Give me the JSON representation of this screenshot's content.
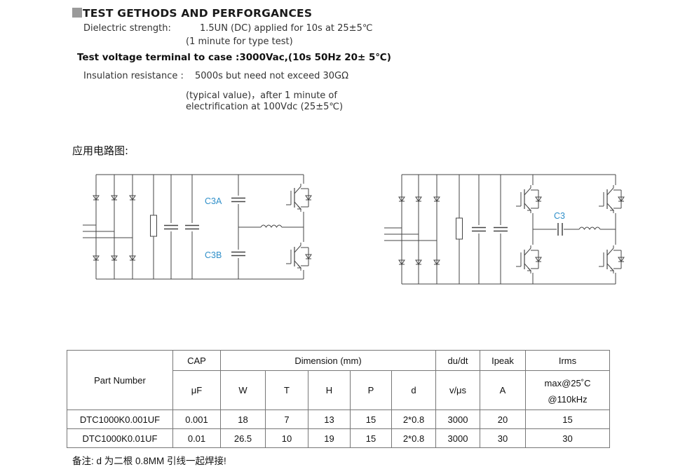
{
  "heading": {
    "title": "TEST GETHODS AND PERFORGANCES"
  },
  "dielectric": {
    "label": "Dielectric strength:",
    "value": "1.5UN (DC) applied for 10s at 25±5℃",
    "note": "(1 minute for type test)"
  },
  "test_voltage": {
    "text": "Test voltage terminal to case :3000Vac,(10s 50Hz 20± 5℃)"
  },
  "insulation": {
    "label": "Insulation resistance :",
    "value": "5000s but need not exceed 30GΩ",
    "note1": "(typical value)，after 1 minute of",
    "note2": "electrification at 100Vdc (25±5℃)"
  },
  "circuit_title": "应用电路图:",
  "diagram": {
    "left_labels": {
      "c3a": "C3A",
      "c3b": "C3B"
    },
    "right_labels": {
      "c3": "C3"
    },
    "label_color": "#2f8fc9"
  },
  "table": {
    "headers": {
      "part_number": "Part Number",
      "cap": "CAP",
      "cap_unit": "μF",
      "dimension": "Dimension (mm)",
      "w": "W",
      "t": "T",
      "h": "H",
      "p": "P",
      "d": "d",
      "dudt": "du/dt",
      "dudt_unit": "v/μs",
      "ipeak": "Ipeak",
      "ipeak_unit": "A",
      "irms": "Irms",
      "irms_line2": "max@25˚C",
      "irms_line3": "@110kHz"
    },
    "rows": [
      {
        "part": "DTC1000K0.001UF",
        "cap": "0.001",
        "w": "18",
        "t": "7",
        "h": "13",
        "p": "15",
        "d": "2*0.8",
        "dudt": "3000",
        "ipeak": "20",
        "irms": "15"
      },
      {
        "part": "DTC1000K0.01UF",
        "cap": "0.01",
        "w": "26.5",
        "t": "10",
        "h": "19",
        "p": "15",
        "d": "2*0.8",
        "dudt": "3000",
        "ipeak": "30",
        "irms": "30"
      }
    ]
  },
  "note": "备注: d 为二根 0.8MM 引线一起焊接!"
}
